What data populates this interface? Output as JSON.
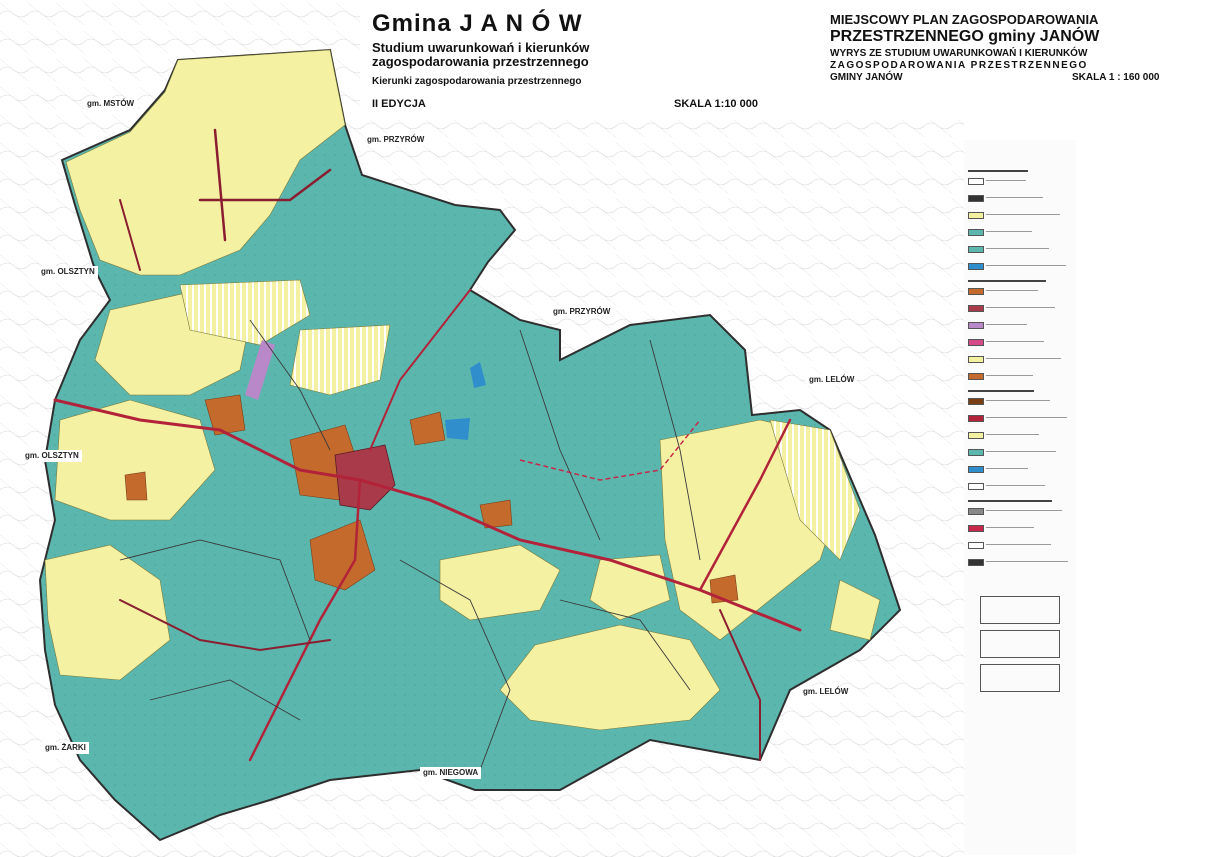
{
  "header": {
    "title_left": "Gmina J A N Ó W",
    "subtitle_left_1": "Studium uwarunkowań i kierunków",
    "subtitle_left_2": "zagospodarowania przestrzennego",
    "section_label": "Kierunki zagospodarowania przestrzennego",
    "edition": "II EDYCJA",
    "scale_left": "SKALA 1:10 000",
    "title_right_1": "MIEJSCOWY PLAN ZAGOSPODAROWANIA",
    "title_right_2": "PRZESTRZENNEGO gminy JANÓW",
    "title_right_3": "WYRYS ZE STUDIUM UWARUNKOWAŃ I KIERUNKÓW",
    "title_right_4": "ZAGOSPODAROWANIA PRZESTRZENNEGO",
    "title_right_5": "GMINY JANÓW",
    "scale_right": "SKALA 1 : 160 000"
  },
  "map_labels": {
    "mstow": "gm. MSTÓW",
    "przyrow_north": "gm. PRZYRÓW",
    "olsztyn_north": "gm. OLSZTYN",
    "przyrow_center": "gm. PRZYRÓW",
    "lelow_north": "gm. LELÓW",
    "olsztyn_south": "gm. OLSZTYN",
    "lelow_south": "gm. LELÓW",
    "zarki": "gm. ŻARKI",
    "niegowa": "gm. NIEGOWA"
  },
  "colors": {
    "forest": "#5bb7ae",
    "agriculture": "#f4f1a3",
    "settlement": "#c46a2c",
    "town_center": "#a83a4a",
    "boundary": "#3a3a3a",
    "road": "#b2233a",
    "topo_lines": "#c9c9c9"
  }
}
